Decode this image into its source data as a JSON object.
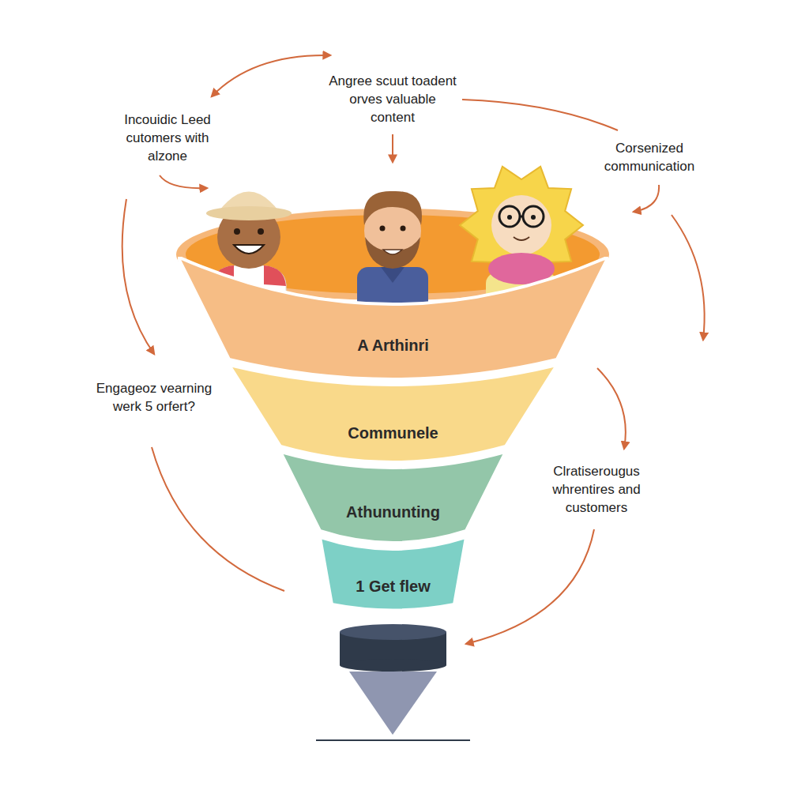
{
  "diagram": {
    "nodes": [
      {
        "text": [
          "A Arthinri"
        ]
      },
      {
        "text": [
          "Communele"
        ]
      },
      {
        "text": [
          "Athununting"
        ]
      },
      {
        "text": [
          "1 Get flew"
        ]
      }
    ],
    "labels": [
      "Angree scuut toadent orves valuable content",
      "Incouidic Leed cutomers with alzone",
      "Corsenized communication",
      "Engageoz vearning werk 5 orfert?",
      "Clratiserougus whrentires and customers"
    ]
  }
}
